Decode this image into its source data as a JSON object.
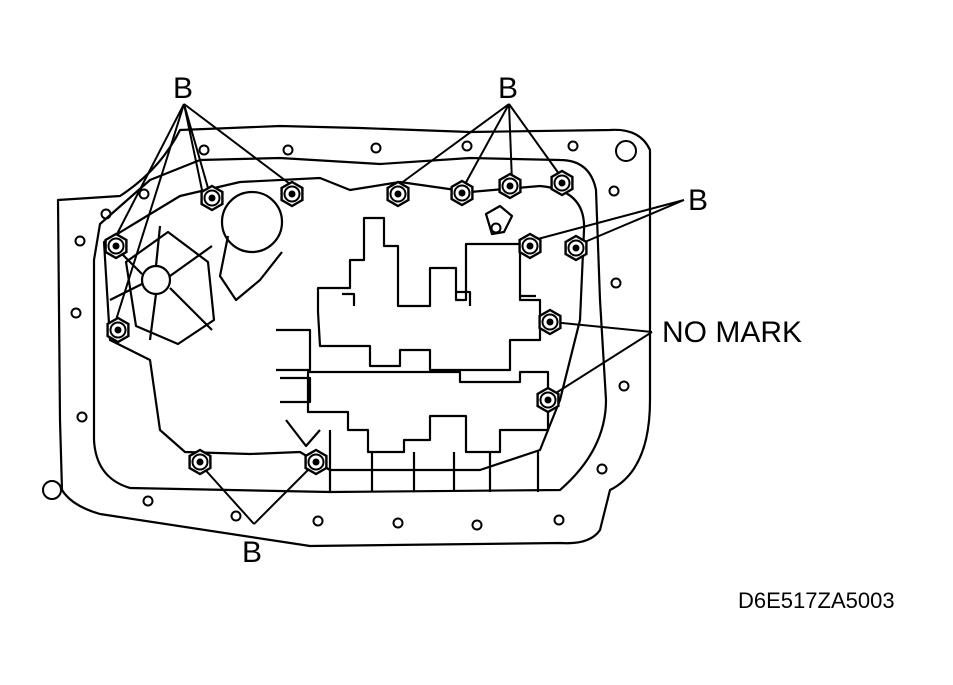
{
  "labels": {
    "b_top_left": "B",
    "b_top_center": "B",
    "b_right": "B",
    "b_bottom": "B",
    "no_mark": "NO MARK"
  },
  "figure_code": "D6E517ZA5003",
  "colors": {
    "ink": "#000000",
    "paper": "#ffffff"
  }
}
